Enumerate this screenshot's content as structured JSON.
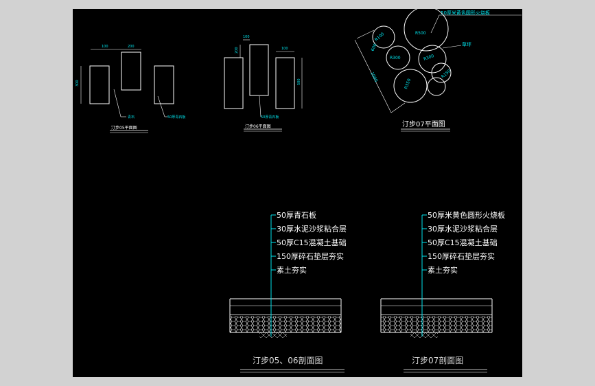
{
  "plan05": {
    "dims": [
      "100",
      "200",
      "300"
    ],
    "label_stone": "青石",
    "label_slab": "50厚青石板",
    "title": "汀步05平面图"
  },
  "plan06": {
    "dims": [
      "100",
      "100",
      "200",
      "500"
    ],
    "label_slab": "50厚青石板",
    "title": "汀步06平面图"
  },
  "plan07": {
    "label_slab": "50厚米黄色圆形火烧板",
    "label_lawn": "草坪",
    "radii": [
      "R100",
      "R500",
      "R300",
      "R350",
      "R300",
      "R150"
    ],
    "dims": [
      "600",
      "1000"
    ],
    "title": "汀步07平面图"
  },
  "section0506": {
    "layers": [
      "50厚青石板",
      "30厚水泥沙浆粘合层",
      "50厚C15混凝土基础",
      "150厚碎石垫层夯实",
      "素土夯实"
    ],
    "title": "汀步05、06剖面图"
  },
  "section07": {
    "layers": [
      "50厚米黄色圆形火烧板",
      "30厚水泥沙浆粘合层",
      "50厚C15混凝土基础",
      "150厚碎石垫层夯实",
      "素土夯实"
    ],
    "title": "汀步07剖面图"
  },
  "colors": {
    "background": "#000000",
    "line": "#ffffff",
    "annotation": "#00e5ee",
    "frame": "#d2d2d2"
  }
}
